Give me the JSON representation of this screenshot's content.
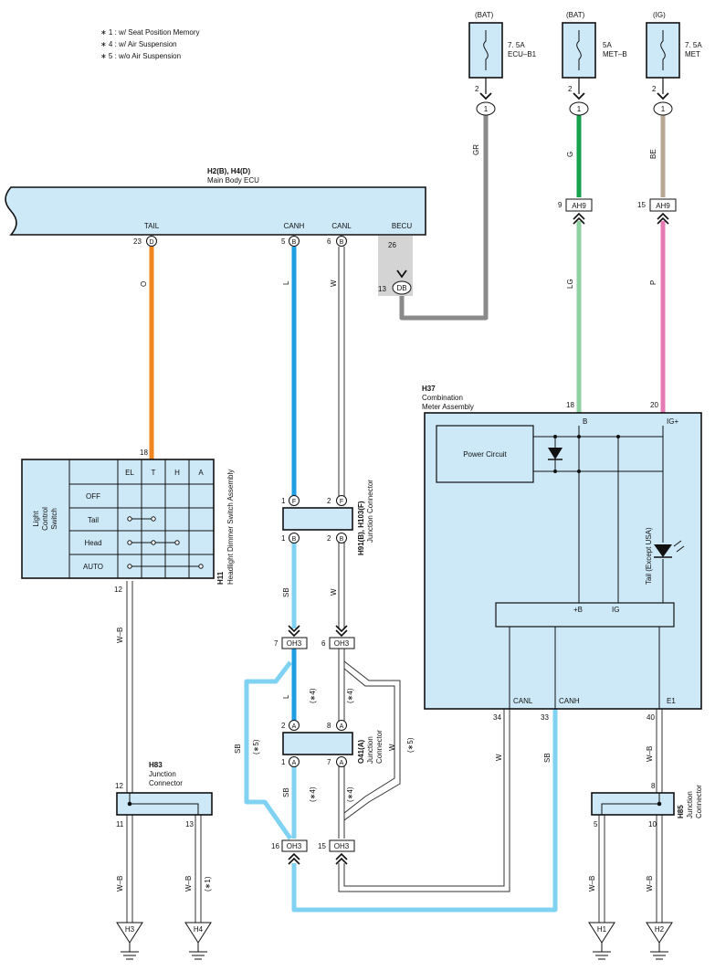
{
  "notes": [
    "∗ 1 : w/ Seat Position Memory",
    "∗ 4 : w/ Air Suspension",
    "∗ 5 : w/o Air Suspension"
  ],
  "fuses": [
    {
      "supply": "(BAT)",
      "rating": "7. 5A",
      "name": "ECU–B1",
      "pin_top": "2",
      "pin_conn": "1",
      "wire": "GR"
    },
    {
      "supply": "(BAT)",
      "rating": "5A",
      "name": "MET–B",
      "pin_top": "2",
      "pin_conn": "1",
      "wire": "G"
    },
    {
      "supply": "(IG)",
      "rating": "7. 5A",
      "name": "MET",
      "pin_top": "2",
      "pin_conn": "1",
      "wire": "BE"
    }
  ],
  "ah9": {
    "label": "AH9",
    "pin_left": "9",
    "pin_right": "15",
    "wire_left": "LG",
    "wire_right": "P"
  },
  "ecu": {
    "code": "H2(B), H4(D)",
    "name": "Main Body ECU",
    "terms": [
      {
        "label": "TAIL",
        "pin": "23",
        "conn": "D",
        "wire": "O"
      },
      {
        "label": "CANH",
        "pin": "5",
        "conn": "B",
        "wire": "L"
      },
      {
        "label": "CANL",
        "pin": "6",
        "conn": "B",
        "wire": "W"
      },
      {
        "label": "BECU",
        "pin": "26",
        "conn": "DB",
        "pin2": "13"
      }
    ]
  },
  "switch": {
    "code": "H11",
    "name": "Headlight Dimmer Switch Assembly",
    "side_label": [
      "Light",
      "Control",
      "Switch"
    ],
    "headers": [
      "EL",
      "T",
      "H",
      "A"
    ],
    "rows": [
      "OFF",
      "Tail",
      "Head",
      "AUTO"
    ],
    "pin_top": "18",
    "pin_bottom": "12",
    "wire": "W–B"
  },
  "h91": {
    "code": "H91(B), H103(F)",
    "name": "Junction Connector",
    "pins_top": [
      {
        "pin": "1",
        "conn": "F"
      },
      {
        "pin": "2",
        "conn": "F"
      }
    ],
    "pins_bottom": [
      {
        "pin": "1",
        "conn": "B"
      },
      {
        "pin": "2",
        "conn": "B"
      }
    ],
    "wire_left": "SB",
    "wire_right": "W"
  },
  "oh3": {
    "label": "OH3",
    "pins_top": [
      "7",
      "6"
    ],
    "pins_bottom": [
      "16",
      "15"
    ]
  },
  "o41": {
    "code": "O41(A)",
    "name": "Junction Connector",
    "pins_top": [
      {
        "pin": "2",
        "conn": "A"
      },
      {
        "pin": "8",
        "conn": "A"
      }
    ],
    "pins_bottom": [
      {
        "pin": "1",
        "conn": "A"
      },
      {
        "pin": "7",
        "conn": "A"
      }
    ]
  },
  "variant_notes": {
    "star4": "(∗4)",
    "star5": "(∗5)",
    "star1": "(∗1)"
  },
  "combo": {
    "code": "H37",
    "name": [
      "Combination",
      "Meter Assembly"
    ],
    "power": "Power Circuit",
    "lamp": "Tail (Except USA)",
    "pin_b": "18",
    "label_b": "B",
    "pin_ig": "20",
    "label_ig": "IG+",
    "inner": [
      "+B",
      "IG"
    ],
    "bottom": [
      {
        "label": "CANL",
        "pin": "34",
        "wire": "W"
      },
      {
        "label": "CANH",
        "pin": "33",
        "wire": "SB"
      },
      {
        "label": "E1",
        "pin": "40",
        "wire": "W–B"
      }
    ]
  },
  "h83": {
    "code": "H83",
    "name": [
      "Junction",
      "Connector"
    ],
    "pin_top": "12",
    "pin_left": "11",
    "pin_right": "13",
    "wire_left": "W–B",
    "wire_right": "W–B"
  },
  "h85": {
    "code": "H85",
    "name": [
      "Junction",
      "Connector"
    ],
    "pin_top": "8",
    "pin_left": "5",
    "pin_right": "10",
    "wire_left": "W–B",
    "wire_right": "W–B"
  },
  "grounds": [
    "H3",
    "H4",
    "H1",
    "H2"
  ],
  "wire_colors": {
    "orange": "#f0861e",
    "blue": "#1e9ee3",
    "lightblue": "#7fd2f2",
    "gray": "#8a8a8a",
    "green": "#12a04a",
    "lightgreen": "#8fd0a0",
    "tan": "#b8a795",
    "pink": "#e67ab4",
    "white_outline": "#333333",
    "component_fill": "#cde9f7"
  }
}
